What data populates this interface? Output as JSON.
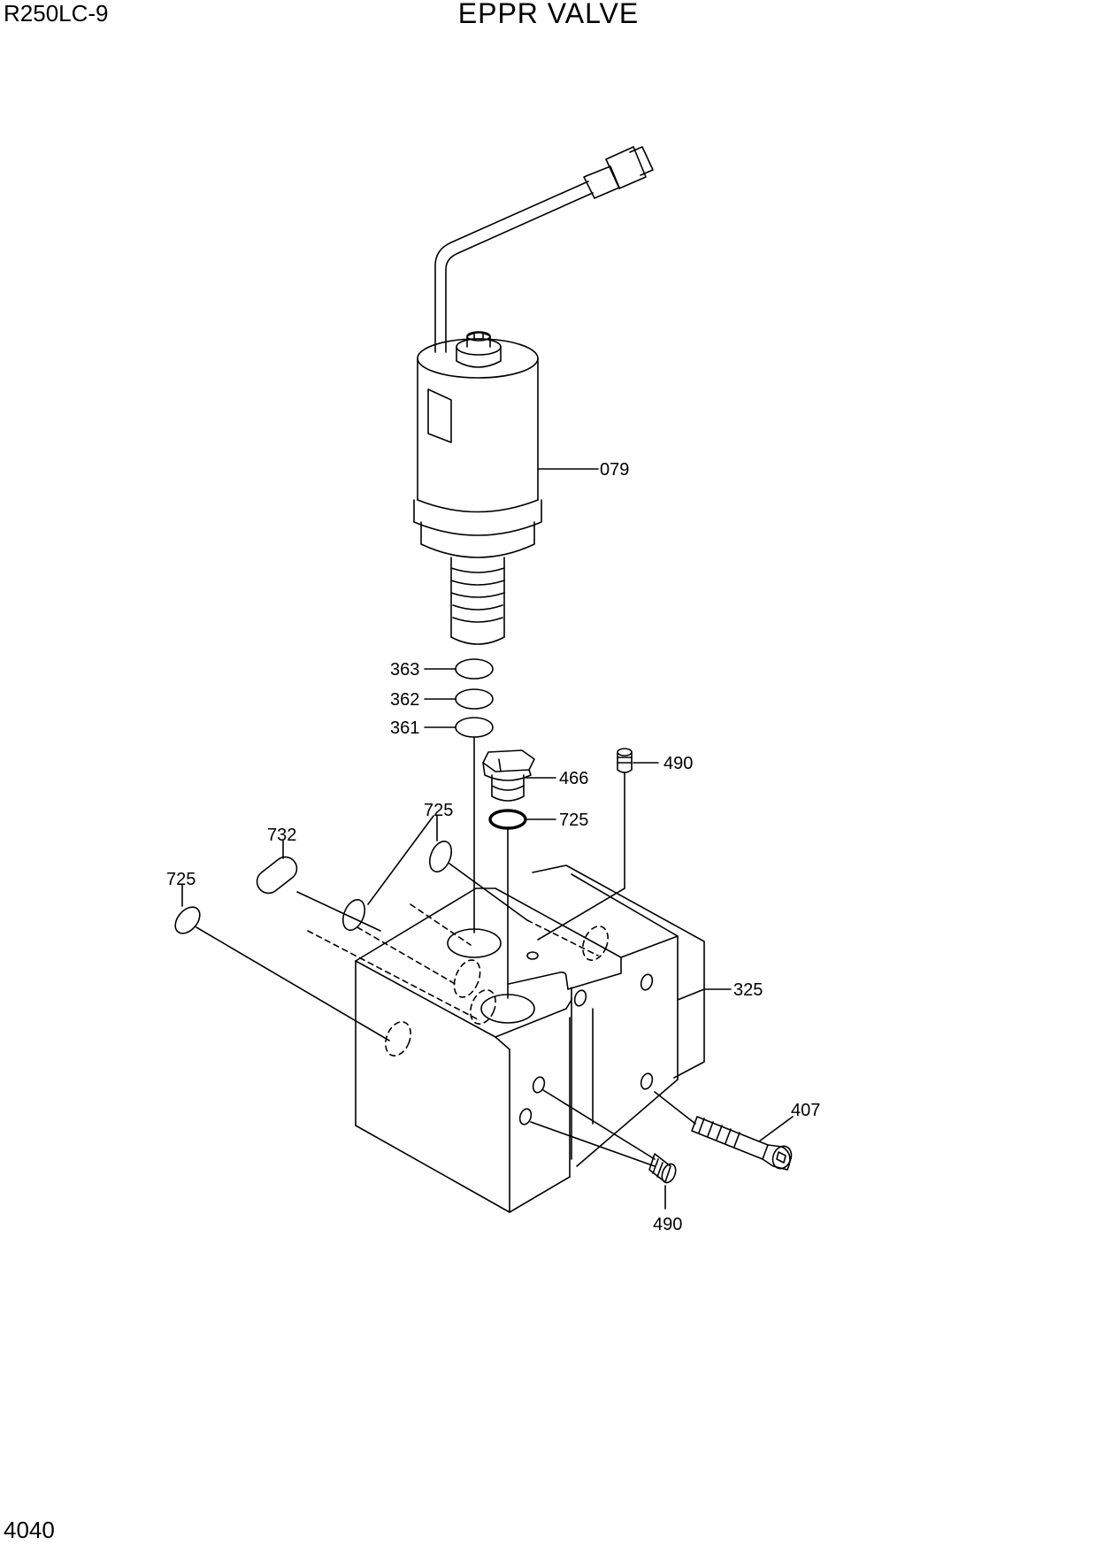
{
  "header": {
    "model": "R250LC-9",
    "title": "EPPR VALVE"
  },
  "footer": {
    "page_number": "4040"
  },
  "callouts": [
    {
      "id": "c079",
      "text": "079"
    },
    {
      "id": "c363",
      "text": "363"
    },
    {
      "id": "c362",
      "text": "362"
    },
    {
      "id": "c361",
      "text": "361"
    },
    {
      "id": "c466",
      "text": "466"
    },
    {
      "id": "c490a",
      "text": "490"
    },
    {
      "id": "c725a",
      "text": "725"
    },
    {
      "id": "c725b",
      "text": "725"
    },
    {
      "id": "c732",
      "text": "732"
    },
    {
      "id": "c725c",
      "text": "725"
    },
    {
      "id": "c325",
      "text": "325"
    },
    {
      "id": "c407",
      "text": "407"
    },
    {
      "id": "c490b",
      "text": "490"
    }
  ]
}
